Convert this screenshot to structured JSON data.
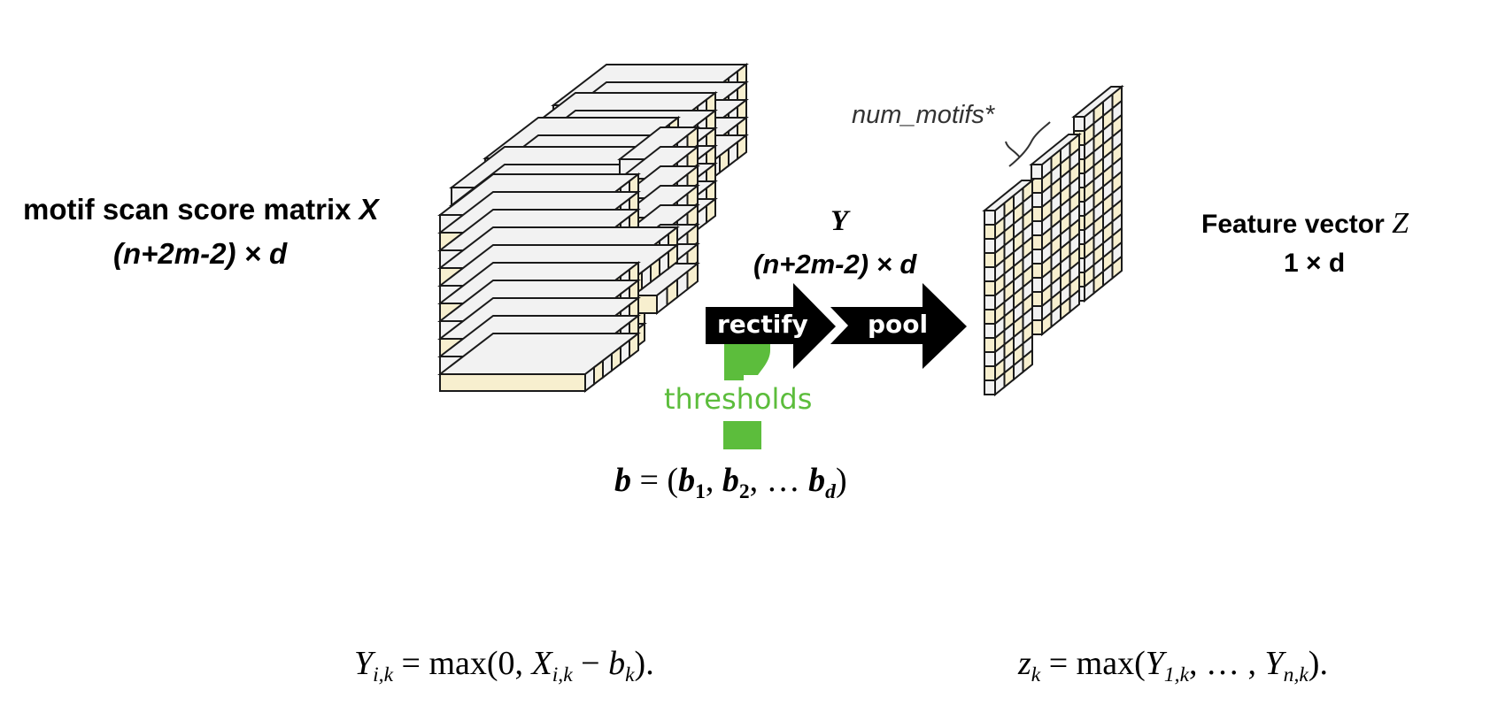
{
  "left_label": {
    "line1_text": "motif scan score matrix ",
    "line1_var": "X",
    "line2": "(n+2m-2) × d"
  },
  "middle_label": {
    "var": "Y",
    "dims": "(n+2m-2) × d"
  },
  "right_label": {
    "line1_text": "Feature vector ",
    "line1_var": "Z",
    "line2": "1 × d"
  },
  "arrows": {
    "rectify": "rectify",
    "pool": "pool"
  },
  "thresholds_label": "thresholds",
  "num_motifs_label": "num_motifs*",
  "b_vector": {
    "lhs": "b",
    "eq": " = (",
    "b": "b",
    "s1": "1",
    "s2": "2",
    "ellipsis": ", … ",
    "sd": "d",
    "close": ")"
  },
  "formula_y": {
    "lhs_var": "Y",
    "lhs_sub": "i,k",
    "eq": " =  max(0, ",
    "x_var": "X",
    "x_sub": "i,k",
    "minus": " − ",
    "b_var": "b",
    "b_sub": "k",
    "close": ")."
  },
  "formula_z": {
    "lhs_var": "z",
    "lhs_sub": "k",
    "eq": " = max(",
    "y1_var": "Y",
    "y1_sub": "1,k",
    "mid": ", … , ",
    "yn_var": "Y",
    "yn_sub": "n,k",
    "close": ")."
  },
  "colors": {
    "cell_white": "#f2f2f2",
    "cell_cream": "#f7efcf",
    "outline": "#1a1a1a",
    "arrow": "#000000",
    "threshold_green": "#5cbd3c"
  }
}
